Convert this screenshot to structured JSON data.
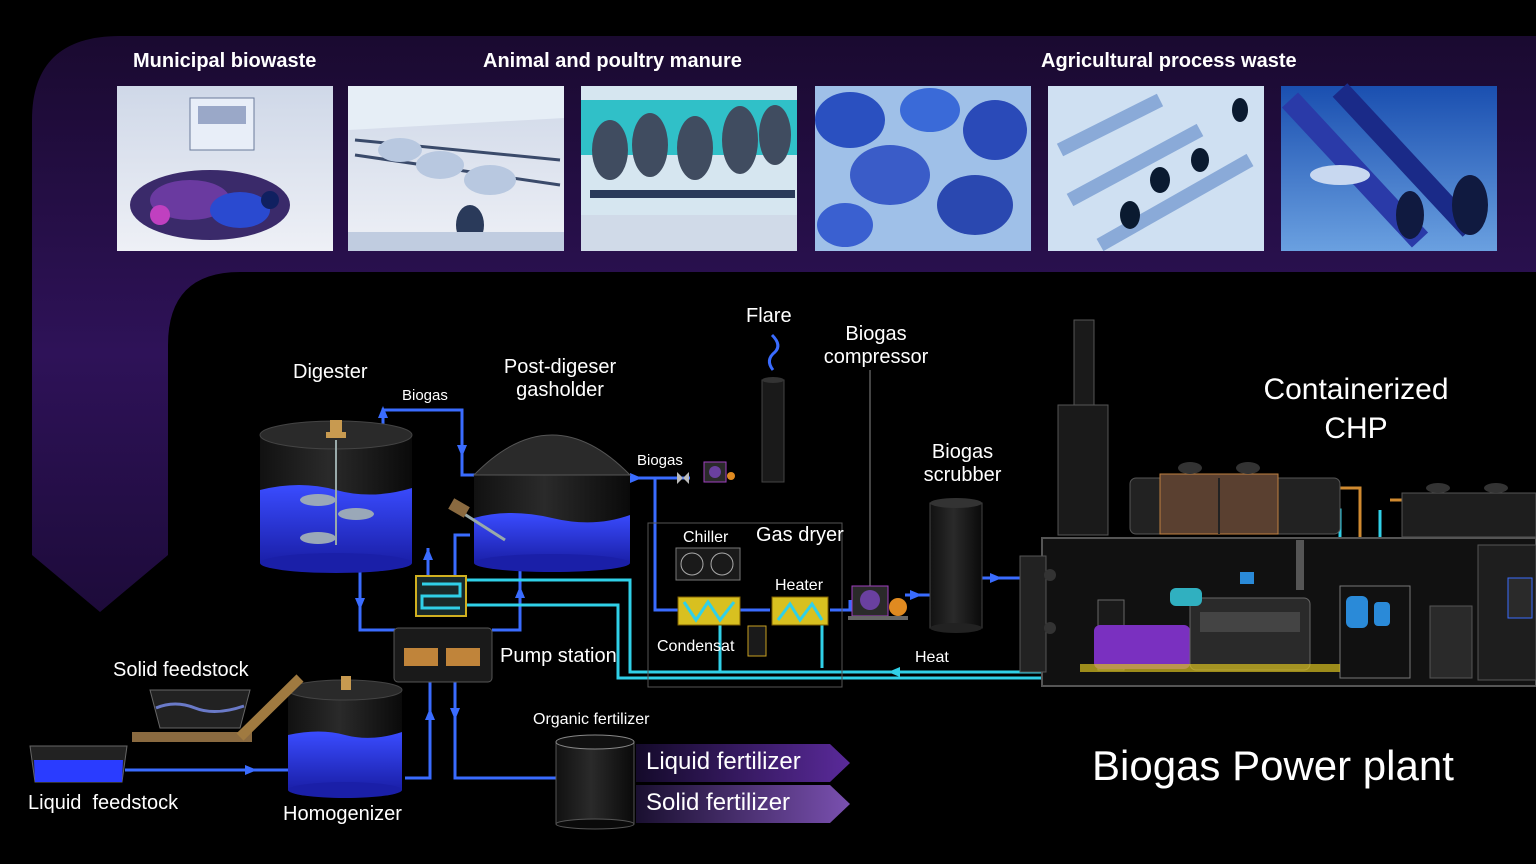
{
  "categories": {
    "municipal": "Municipal biowaste",
    "animal": "Animal and poultry manure",
    "agricultural": "Agricultural process waste"
  },
  "photos": [
    {
      "name": "truck-dumping-waste-photo"
    },
    {
      "name": "cattle-barn-photo"
    },
    {
      "name": "poultry-photo"
    },
    {
      "name": "potatoes-photo"
    },
    {
      "name": "cut-stalks-photo"
    },
    {
      "name": "sugarcane-photo"
    }
  ],
  "labels": {
    "digester": "Digester",
    "biogas_top": "Biogas",
    "post_digester_line1": "Post-digeser",
    "post_digester_line2": "gasholder",
    "biogas_right": "Biogas",
    "flare": "Flare",
    "compressor_line1": "Biogas",
    "compressor_line2": "compressor",
    "chiller": "Chiller",
    "gas_dryer": "Gas dryer",
    "heater": "Heater",
    "condensat": "Condensat",
    "scrubber_line1": "Biogas",
    "scrubber_line2": "scrubber",
    "chp_line1": "Containerized",
    "chp_line2": "CHP",
    "heat": "Heat",
    "pump_station": "Pump station",
    "solid_feedstock": "Solid feedstock",
    "liquid_feedstock": "Liquid  feedstock",
    "homogenizer": "Homogenizer",
    "organic_fertilizer": "Organic fertilizer",
    "liquid_fertilizer": "Liquid fertilizer",
    "solid_fertilizer": "Solid fertilizer",
    "plant_title": "Biogas Power plant"
  },
  "colors": {
    "background": "#000000",
    "frame_purple": "#2a1050",
    "gas_pipe": "#3a6cff",
    "heat_pipe": "#30d0e8",
    "liquid": "#2a3cff",
    "hot_pipe": "#d08a30"
  }
}
